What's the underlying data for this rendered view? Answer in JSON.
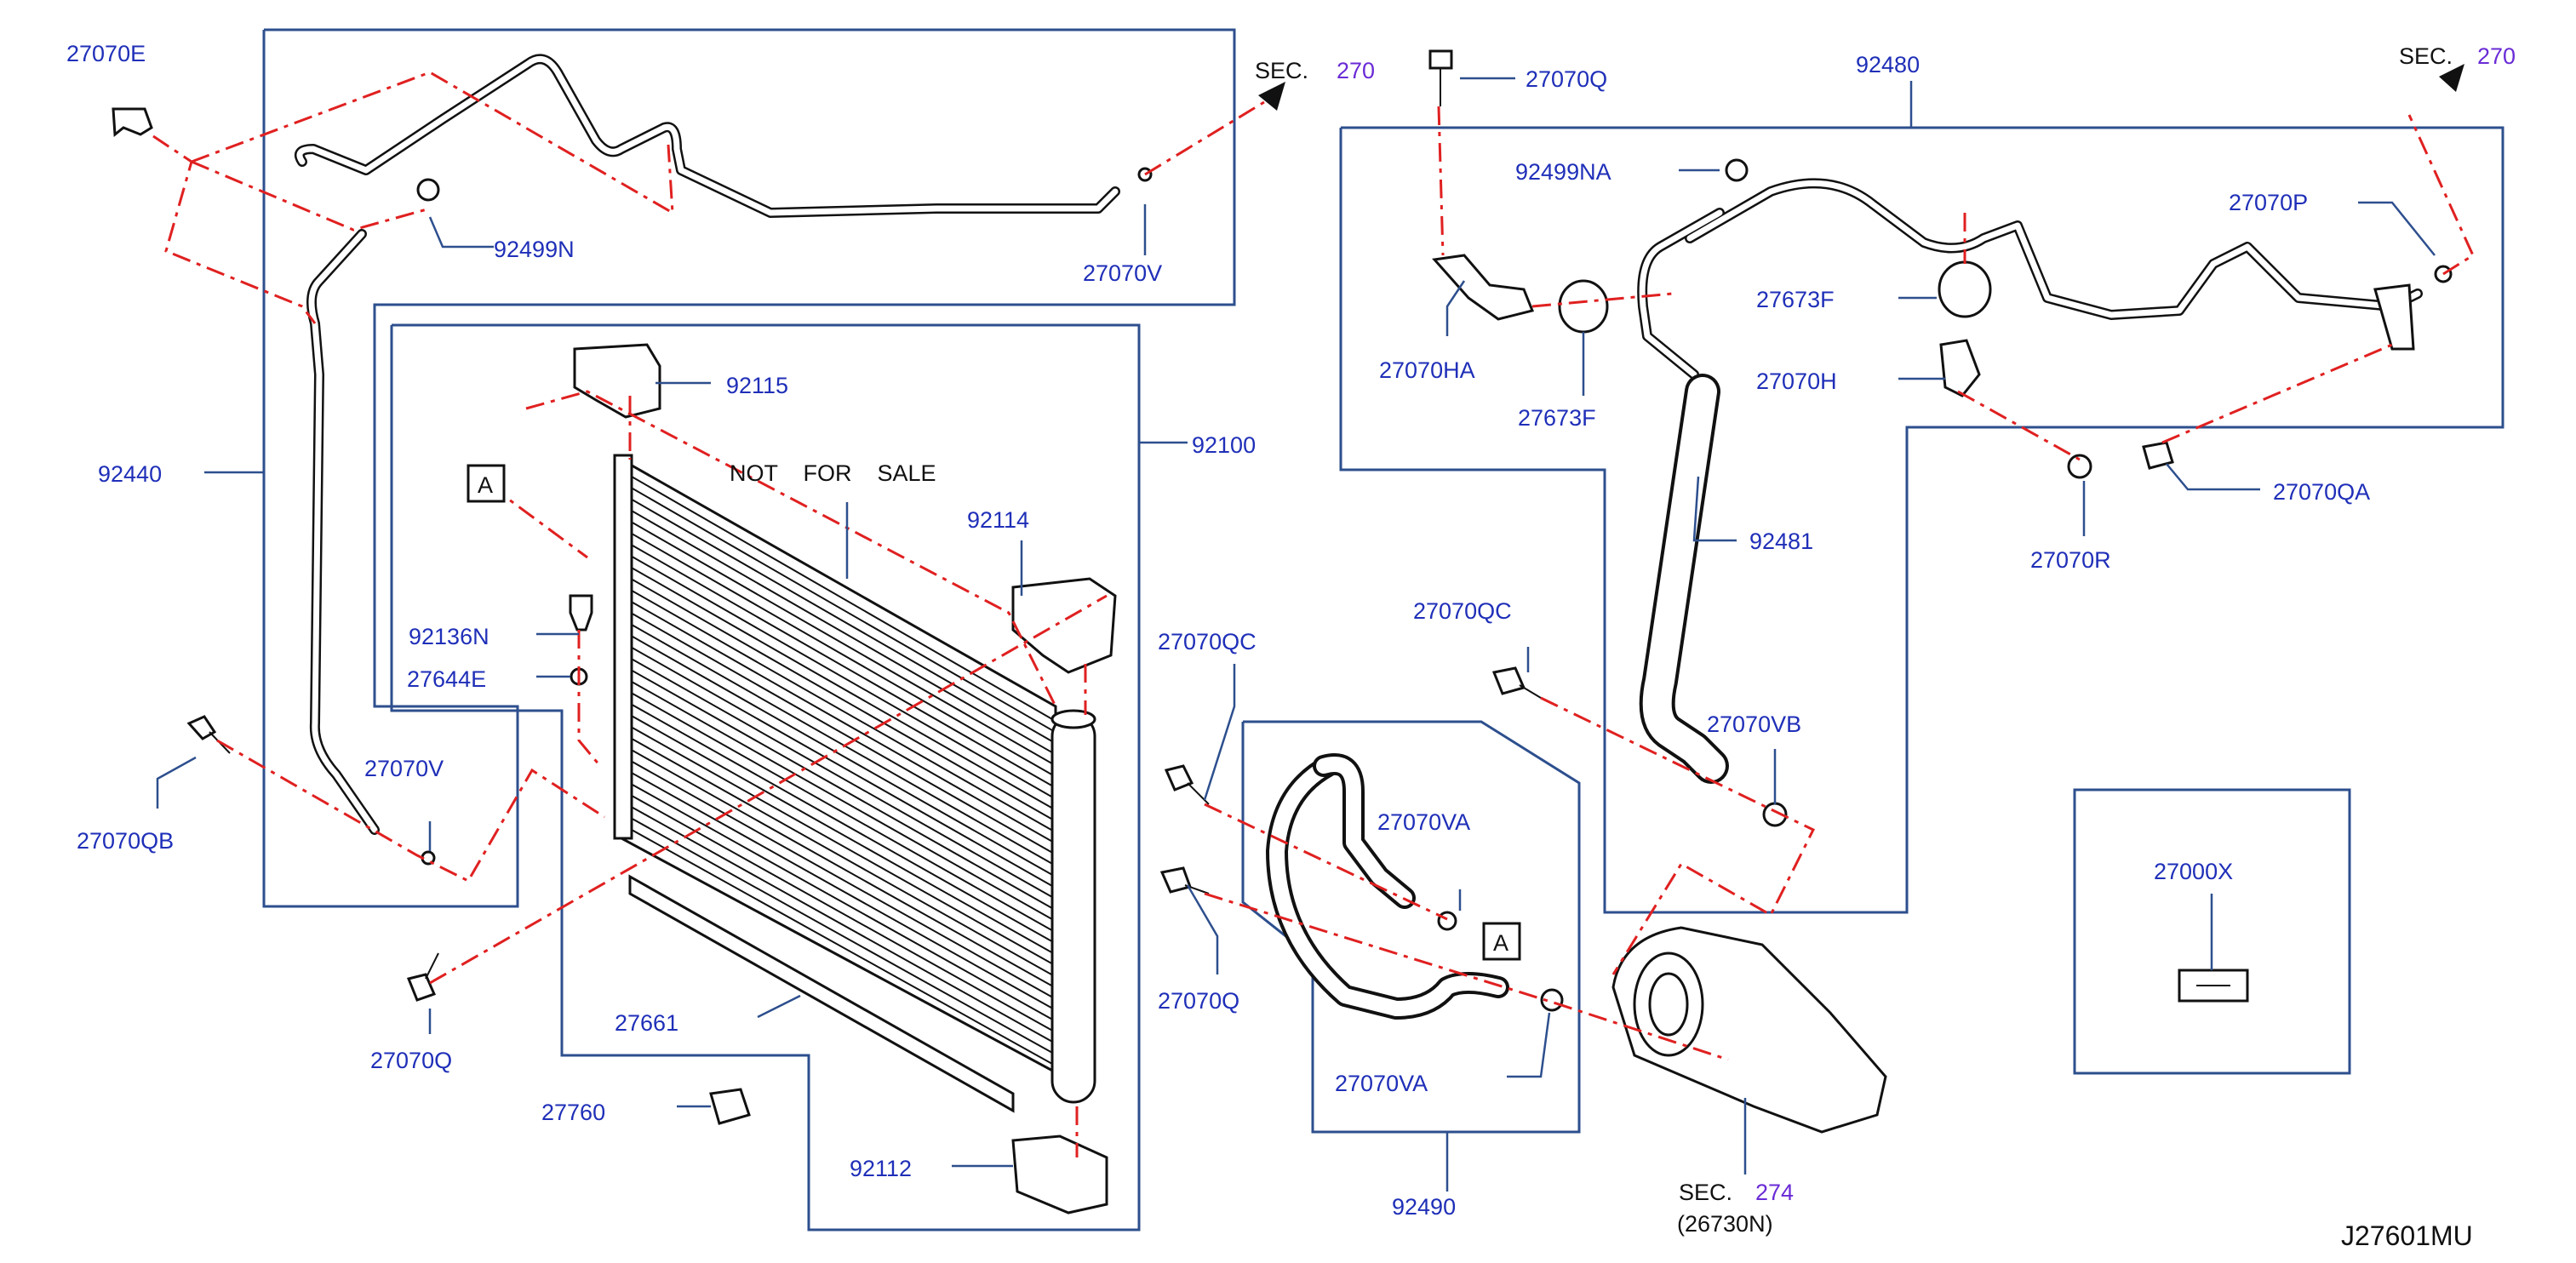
{
  "labels": {
    "p27070E": "27070E",
    "p92499N": "92499N",
    "p92440": "92440",
    "p27070V_top": "27070V",
    "p27070V_left": "27070V",
    "p27070QB": "27070QB",
    "p27070Q_left": "27070Q",
    "p92115": "92115",
    "p92100": "92100",
    "pA1": "A",
    "pNotForSale": "NOT    FOR    SALE",
    "p92114": "92114",
    "p92136N": "92136N",
    "p27644E": "27644E",
    "p27661": "27661",
    "p27760": "27760",
    "p92112": "92112",
    "p27070Q_top": "27070Q",
    "p92480": "92480",
    "p92499NA": "92499NA",
    "p27070HA": "27070HA",
    "p27673F_a": "27673F",
    "p27673F_b": "27673F",
    "p27070H": "27070H",
    "p27070P": "27070P",
    "p27070QA": "27070QA",
    "p27070R": "27070R",
    "p92481": "92481",
    "p27070QC_a": "27070QC",
    "p27070QC_b": "27070QC",
    "p27070VB": "27070VB",
    "p27070VA_a": "27070VA",
    "p27070VA_b": "27070VA",
    "pA2": "A",
    "p27070Q_mid": "27070Q",
    "p92490": "92490",
    "p27000X": "27000X",
    "diagram_id": "J27601MU"
  },
  "sec_refs": {
    "sec1_prefix": "SEC.",
    "sec1_num": "270",
    "sec2_prefix": "SEC.",
    "sec2_num": "270",
    "sec3_prefix": "SEC.",
    "sec3_num": "274",
    "sec3_sub": "(26730N)"
  },
  "colors": {
    "label_blue": "#1f2fb8",
    "frame_blue": "#2d4f8e",
    "dash_red": "#e02020",
    "sec_purple": "#6a2bd6"
  }
}
